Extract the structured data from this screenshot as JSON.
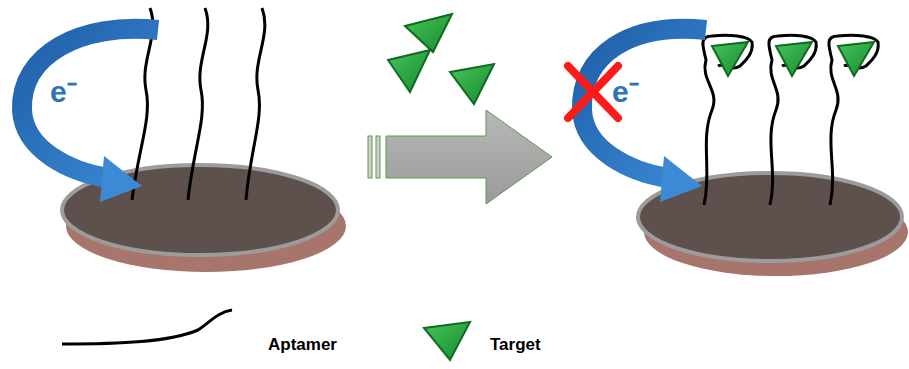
{
  "diagram": {
    "labels": [
      "e⁻",
      "e⁻"
    ],
    "legend": [
      {
        "text": "Aptamer"
      },
      {
        "text": "Target"
      }
    ]
  }
}
